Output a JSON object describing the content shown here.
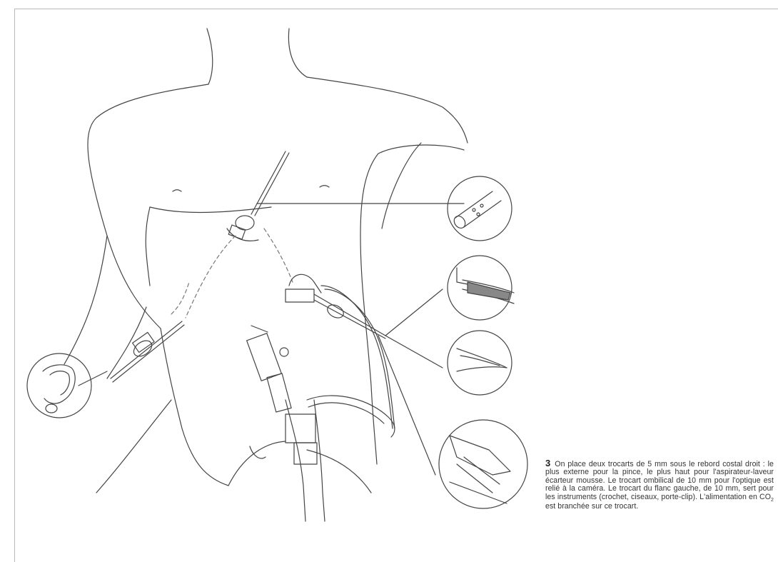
{
  "caption": {
    "number": "3",
    "text_before_sub": "On place deux trocarts de 5 mm sous le rebord costal droit : le plus externe pour la pince, le plus haut pour l'aspirateur-laveur écarteur mousse. Le trocart ombilical de 10 mm pour l'optique est relié à la caméra. Le trocart du flanc gauche, de 10 mm, sert pour les instruments (crochet, ciseaux, porte-clip). L'alimentation en CO",
    "subscript": "2",
    "text_after_sub": " est branchée sur ce trocart."
  }
}
